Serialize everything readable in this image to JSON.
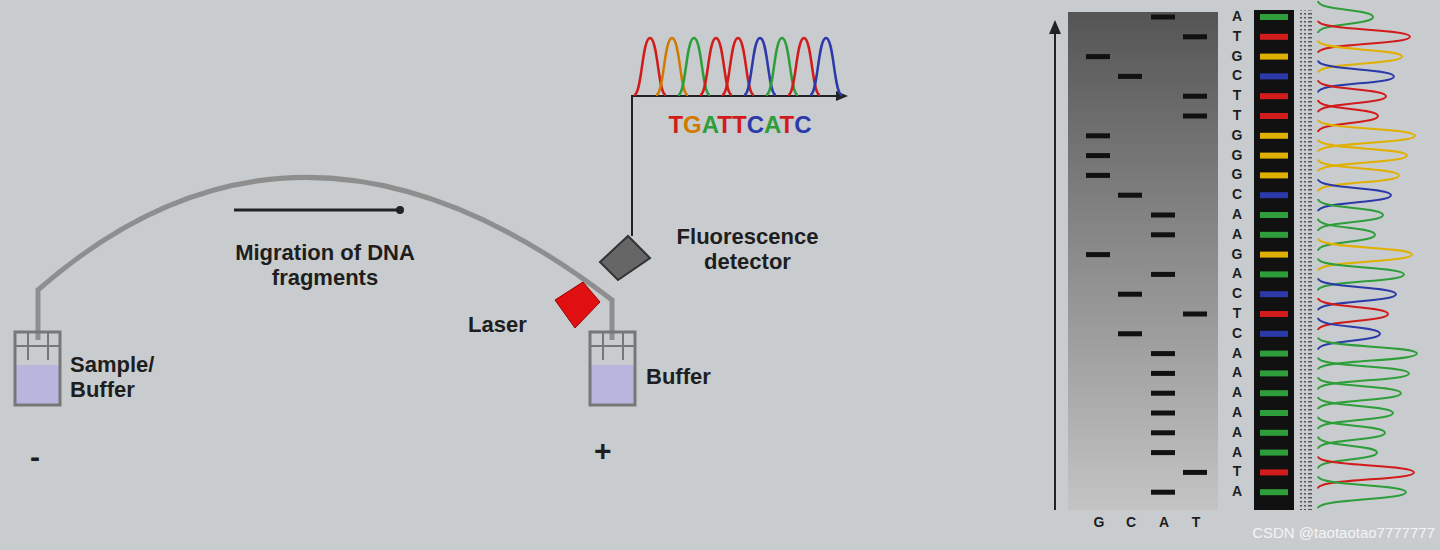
{
  "diagram": {
    "labels": [
      "-",
      "Migration of DNA fragments",
      "Laser",
      "Fluorescence detector",
      "Sample/ Buffer",
      "Buffer",
      "+",
      "TGATTCATC",
      "A",
      "T",
      "G",
      "C",
      "T",
      "T",
      "G",
      "G",
      "G",
      "C",
      "A",
      "A",
      "G",
      "A",
      "C",
      "T",
      "C",
      "A",
      "A",
      "A",
      "A",
      "A",
      "A",
      "T",
      "A",
      "G",
      "C",
      "A",
      "T",
      "CSDN @taotaotao7777777"
    ]
  }
}
